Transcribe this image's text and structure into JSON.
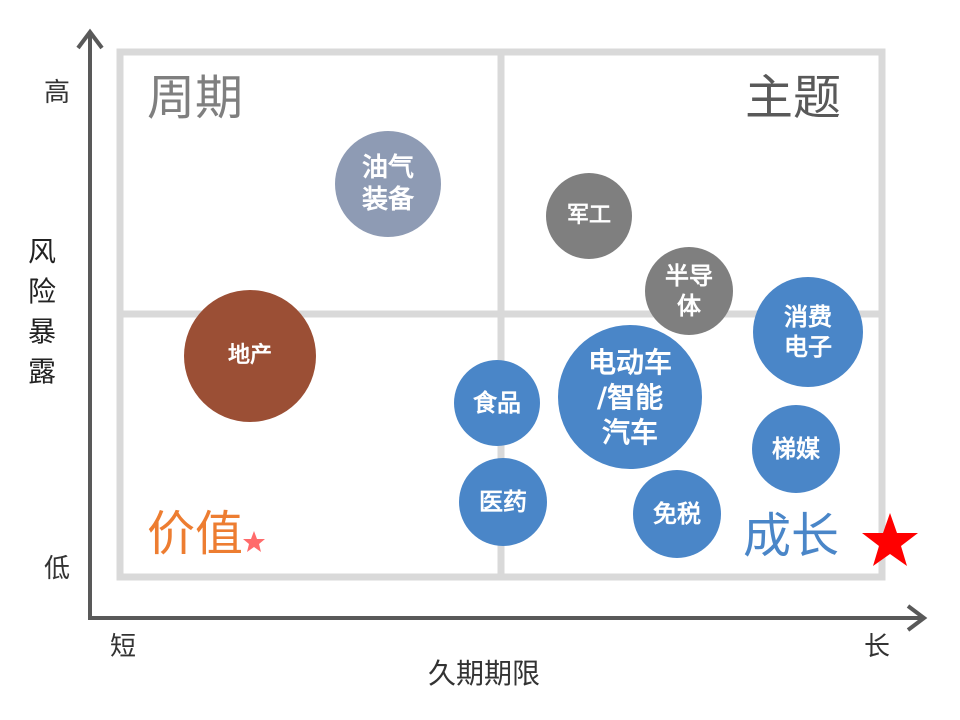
{
  "axes": {
    "y_title": "风险暴露",
    "y_high": "高",
    "y_low": "低",
    "x_title": "久期期限",
    "x_short": "短",
    "x_long": "长"
  },
  "quadrants": {
    "top_left": "周期",
    "top_right": "主题",
    "bottom_left": "价值",
    "bottom_right": "成长"
  },
  "colors": {
    "frame": "#d9d9d9",
    "axis": "#595959",
    "cycle_label": "#7f7f7f",
    "theme_label": "#595959",
    "value_label": "#ed7d31",
    "growth_label": "#4a86c8",
    "star": "#ff0000",
    "small_star": "#ff6b6b"
  },
  "bubbles": [
    {
      "label": "油气\n装备",
      "color": "#8e9bb4"
    },
    {
      "label": "军工",
      "color": "#7f7f7f"
    },
    {
      "label": "半导\n体",
      "color": "#7f7f7f"
    },
    {
      "label": "地产",
      "color": "#9b4f35"
    },
    {
      "label": "消费\n电子",
      "color": "#4a86c8"
    },
    {
      "label": "食品",
      "color": "#4a86c8"
    },
    {
      "label": "电动车\n/智能\n汽车",
      "color": "#4a86c8"
    },
    {
      "label": "梯媒",
      "color": "#4a86c8"
    },
    {
      "label": "医药",
      "color": "#4a86c8"
    },
    {
      "label": "免税",
      "color": "#4a86c8"
    }
  ]
}
